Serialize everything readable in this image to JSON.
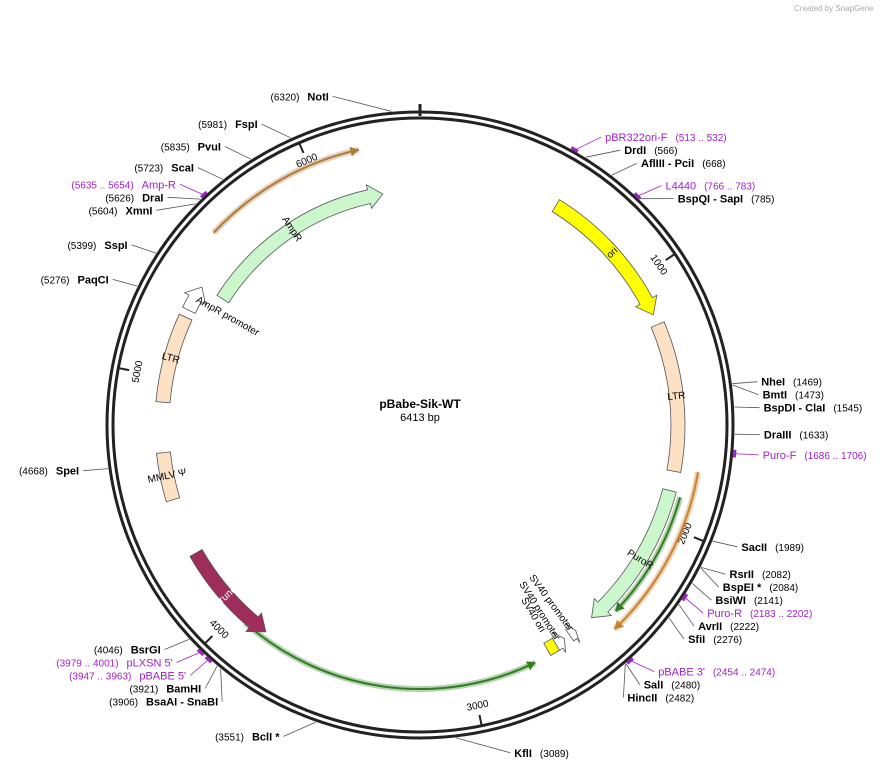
{
  "branding": "Created by SnapGene",
  "plasmid": {
    "name": "pBabe-Sik-WT",
    "size_label": "6413 bp",
    "length": 6413
  },
  "ticks": [
    "1000",
    "2000",
    "3000",
    "4000",
    "5000",
    "6000"
  ],
  "features": [
    {
      "label": "ori",
      "from": 566,
      "to": 1153,
      "ring": 0,
      "color": "#ffff00",
      "text": "#000000",
      "dir": 1
    },
    {
      "label": "LTR",
      "from": 1195,
      "to": 1787,
      "ring": 0,
      "color": "#fde1c4",
      "text": "#000000",
      "dir": 0
    },
    {
      "label": "PuroR",
      "from": 1865,
      "to": 2464,
      "ring": 0,
      "color": "#ccf7cc",
      "text": "#000000",
      "dir": 1
    },
    {
      "label": "SV40 promoter",
      "from": 2545,
      "to": 2575,
      "ring": 0,
      "color": "#ffffff",
      "text": "#000000",
      "dir": -1
    },
    {
      "label": "SV40 promoter",
      "from": 2600,
      "to": 2650,
      "ring": 0,
      "color": "#ffffff",
      "text": "#000000",
      "dir": -1
    },
    {
      "label": "SV40 ori",
      "from": 2640,
      "to": 2680,
      "ring": 0,
      "color": "#ffff00",
      "text": "#000000",
      "dir": 0
    },
    {
      "label": "gag (truncated)",
      "from": 3860,
      "to": 4280,
      "ring": 0,
      "color": "#9e2d5b",
      "text": "#ffffff",
      "dir": -1
    },
    {
      "label": "MMLV Ψ",
      "from": 4510,
      "to": 4700,
      "ring": 0,
      "color": "#fde1c4",
      "text": "#000000",
      "dir": 0
    },
    {
      "label": "LTR",
      "from": 4900,
      "to": 5250,
      "ring": 0,
      "color": "#fde1c4",
      "text": "#000000",
      "dir": 0
    },
    {
      "label": "AmpR promoter",
      "from": 5280,
      "to": 5385,
      "ring": 0,
      "color": "#ffffff",
      "text": "#000000",
      "dir": 1
    },
    {
      "label": "AmpR",
      "from": 5390,
      "to": 6250,
      "ring": 1,
      "color": "#ccf7cc",
      "text": "#000000",
      "dir": 1
    }
  ],
  "orfs": [
    {
      "from": 5575,
      "to": 6190,
      "color": "#b07a3b",
      "dir": 1
    },
    {
      "from": 1880,
      "to": 2380,
      "color": "#2f7d20",
      "dir": 1
    },
    {
      "from": 1775,
      "to": 2430,
      "color": "#c9822b",
      "dir": 1
    },
    {
      "from": 2745,
      "to": 3945,
      "color": "#2f7d20",
      "dir": -1
    }
  ],
  "enzymes": [
    {
      "name": "NotI",
      "pos": "(6320)",
      "site": 6320
    },
    {
      "name": "FspI",
      "pos": "(5981)",
      "site": 5981
    },
    {
      "name": "PvuI",
      "pos": "(5835)",
      "site": 5835
    },
    {
      "name": "ScaI",
      "pos": "(5723)",
      "site": 5723
    },
    {
      "name": "DraI",
      "pos": "(5626)",
      "site": 5626
    },
    {
      "name": "XmnI",
      "pos": "(5604)",
      "site": 5604
    },
    {
      "name": "SspI",
      "pos": "(5399)",
      "site": 5399
    },
    {
      "name": "PaqCI",
      "pos": "(5276)",
      "site": 5276
    },
    {
      "name": "SpeI",
      "pos": "(4668)",
      "site": 4668
    },
    {
      "name": "BsrGI",
      "pos": "(4046)",
      "site": 4046
    },
    {
      "name": "BamHI",
      "pos": "(3921)",
      "site": 3921
    },
    {
      "name": "BsaAI  - SnaBI",
      "pos": "(3906)",
      "site": 3906
    },
    {
      "name": "BclI *",
      "pos": "(3551)",
      "site": 3551
    },
    {
      "name": "KflI",
      "pos": "(3089)",
      "site": 3089
    },
    {
      "name": "DrdI",
      "pos": "(566)",
      "site": 566
    },
    {
      "name": "AflIII  - PciI",
      "pos": "(668)",
      "site": 668
    },
    {
      "name": "BspQI  - SapI",
      "pos": "(785)",
      "site": 785
    },
    {
      "name": "NheI",
      "pos": "(1469)",
      "site": 1469
    },
    {
      "name": "BmtI",
      "pos": "(1473)",
      "site": 1473
    },
    {
      "name": "BspDI  - ClaI",
      "pos": "(1545)",
      "site": 1545
    },
    {
      "name": "DraIII",
      "pos": "(1633)",
      "site": 1633
    },
    {
      "name": "SacII",
      "pos": "(1989)",
      "site": 1989
    },
    {
      "name": "RsrII",
      "pos": "(2082)",
      "site": 2082
    },
    {
      "name": "BspEI *",
      "pos": "(2084)",
      "site": 2084
    },
    {
      "name": "BsiWI",
      "pos": "(2141)",
      "site": 2141
    },
    {
      "name": "AvrII",
      "pos": "(2222)",
      "site": 2222
    },
    {
      "name": "SfiI",
      "pos": "(2276)",
      "site": 2276
    },
    {
      "name": "SalI",
      "pos": "(2480)",
      "site": 2480
    },
    {
      "name": "HincII",
      "pos": "(2482)",
      "site": 2482
    }
  ],
  "primers": [
    {
      "name": "pBR322ori-F",
      "range": "(513 .. 532)",
      "site": 522,
      "order": "name-first"
    },
    {
      "name": "L4440",
      "range": "(766 .. 783)",
      "site": 775,
      "order": "name-first"
    },
    {
      "name": "Puro-F",
      "range": "(1686 .. 1706)",
      "site": 1696,
      "order": "name-first"
    },
    {
      "name": "Puro-R",
      "range": "(2183 .. 2202)",
      "site": 2192,
      "order": "name-first"
    },
    {
      "name": "pBABE 3'",
      "range": "(2454 .. 2474)",
      "site": 2464,
      "order": "name-first"
    },
    {
      "name": "pLXSN 5'",
      "range": "(3979 .. 4001)",
      "site": 3990,
      "order": "range-first"
    },
    {
      "name": "pBABE 5'",
      "range": "(3947 .. 3963)",
      "site": 3955,
      "order": "range-first"
    },
    {
      "name": "Amp-R",
      "range": "(5635 .. 5654)",
      "site": 5644,
      "order": "range-first"
    }
  ],
  "colors": {
    "backbone": "#222222",
    "primer": "#a020c8",
    "brand": "#5b8fbf"
  }
}
